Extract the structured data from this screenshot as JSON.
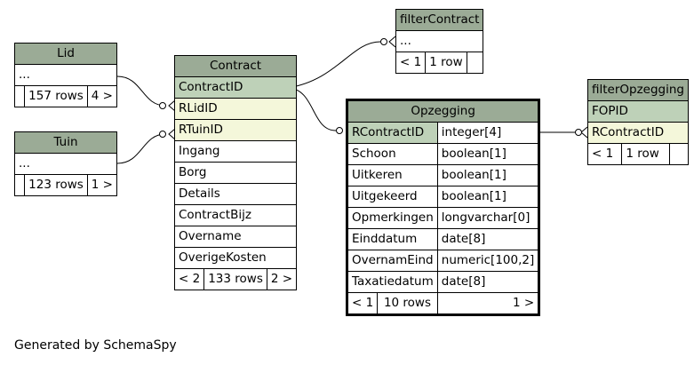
{
  "tables": {
    "lid": {
      "name": "Lid",
      "ellipsis": "...",
      "footer": {
        "prev": "",
        "rows": "157 rows",
        "next": "4 >"
      }
    },
    "tuin": {
      "name": "Tuin",
      "ellipsis": "...",
      "footer": {
        "prev": "",
        "rows": "123 rows",
        "next": "1 >"
      }
    },
    "contract": {
      "name": "Contract",
      "columns": [
        "ContractID",
        "RLidID",
        "RTuinID",
        "Ingang",
        "Borg",
        "Details",
        "ContractBijz",
        "Overname",
        "OverigeKosten"
      ],
      "footer": {
        "prev": "< 2",
        "rows": "133 rows",
        "next": "2 >"
      }
    },
    "filterContract": {
      "name": "filterContract",
      "ellipsis": "...",
      "footer": {
        "prev": "< 1",
        "rows": "1 row",
        "next": ""
      }
    },
    "opzegging": {
      "name": "Opzegging",
      "columns": [
        {
          "name": "RContractID",
          "type": "integer[4]"
        },
        {
          "name": "Schoon",
          "type": "boolean[1]"
        },
        {
          "name": "Uitkeren",
          "type": "boolean[1]"
        },
        {
          "name": "Uitgekeerd",
          "type": "boolean[1]"
        },
        {
          "name": "Opmerkingen",
          "type": "longvarchar[0]"
        },
        {
          "name": "Einddatum",
          "type": "date[8]"
        },
        {
          "name": "OvernamEind",
          "type": "numeric[100,2]"
        },
        {
          "name": "Taxatiedatum",
          "type": "date[8]"
        }
      ],
      "footer": {
        "prev": "< 1",
        "rows": "10 rows",
        "next": "1 >"
      }
    },
    "filterOpzegging": {
      "name": "filterOpzegging",
      "columns": [
        "FOPID",
        "RContractID"
      ],
      "footer": {
        "prev": "< 1",
        "rows": "1 row",
        "next": ""
      }
    }
  },
  "generated_by": "Generated by SchemaSpy",
  "colors": {
    "header": "#9bab96",
    "primary_key": "#bed1b8",
    "foreign_key": "#f4f7da"
  }
}
